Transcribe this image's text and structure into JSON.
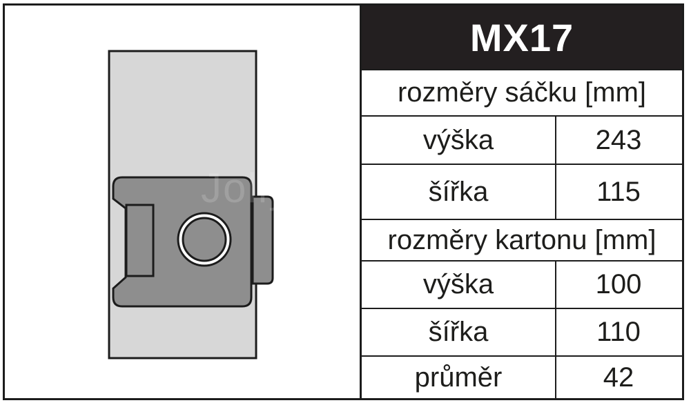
{
  "product": {
    "model": "MX17",
    "watermark": "Jolly - sáčky"
  },
  "bag": {
    "header": "rozměry sáčku [mm]",
    "rows": [
      {
        "label": "výška",
        "value": "243"
      },
      {
        "label": "šířka",
        "value": "115"
      }
    ]
  },
  "cardboard": {
    "header": "rozměry kartonu [mm]",
    "rows": [
      {
        "label": "výška",
        "value": "100"
      },
      {
        "label": "šířka",
        "value": "110"
      },
      {
        "label": "průměr",
        "value": "42"
      }
    ]
  },
  "colors": {
    "frame": "#1c1c1c",
    "title_bar": "#231f20",
    "bag_fill": "#d7d7d7",
    "cardboard_fill": "#8e8e8e"
  }
}
